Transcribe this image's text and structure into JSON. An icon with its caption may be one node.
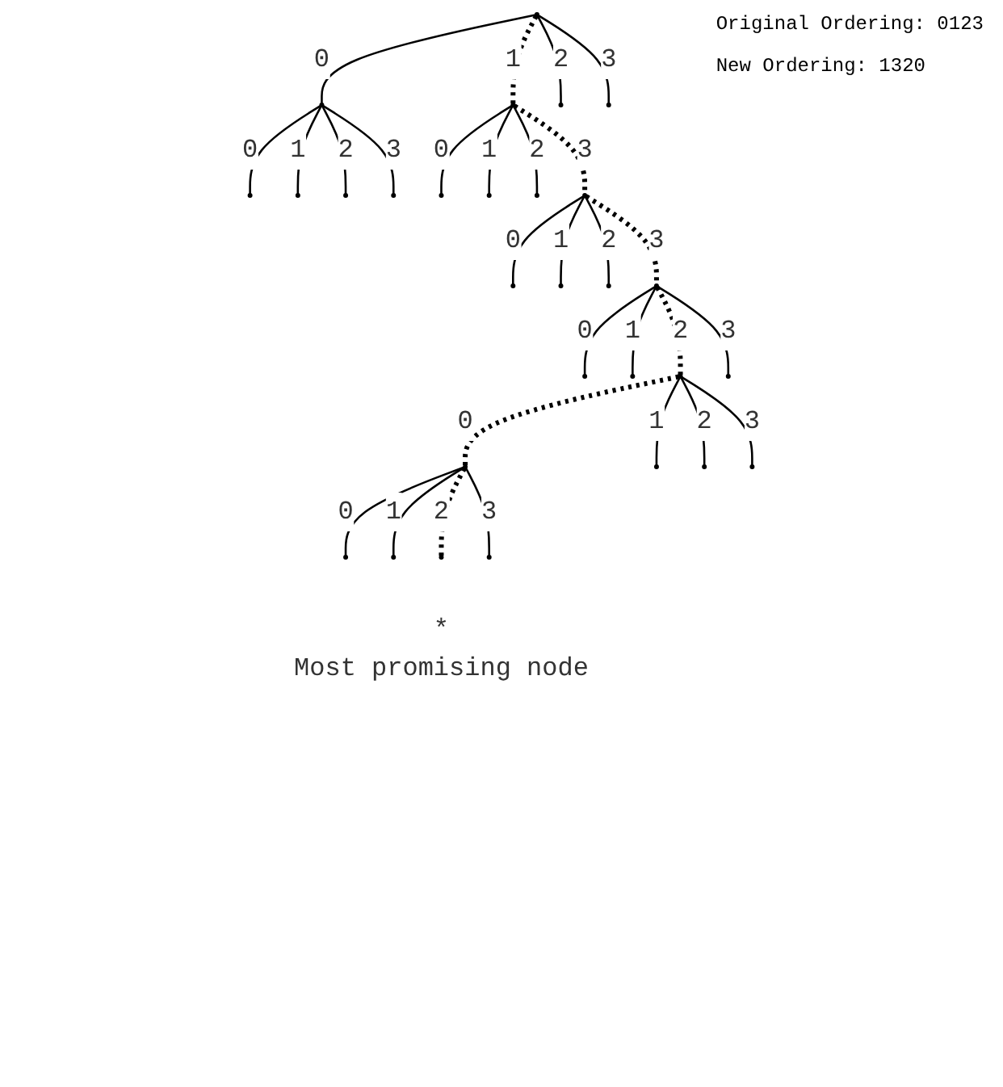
{
  "diagram": {
    "nodes": [
      {
        "text": [],
        "shape": "circle"
      },
      {
        "text": [],
        "shape": "circle"
      },
      {
        "text": [],
        "shape": "circle"
      },
      {
        "text": [],
        "shape": "circle"
      },
      {
        "text": [],
        "shape": "circle"
      },
      {
        "text": [],
        "shape": "circle"
      },
      {
        "text": [],
        "shape": "circle"
      },
      {
        "text": [],
        "shape": "circle"
      },
      {
        "text": [],
        "shape": "circle"
      },
      {
        "text": [],
        "shape": "circle"
      },
      {
        "text": [],
        "shape": "circle"
      },
      {
        "text": [],
        "shape": "circle"
      },
      {
        "text": [],
        "shape": "circle"
      },
      {
        "text": [],
        "shape": "circle"
      },
      {
        "text": [],
        "shape": "circle"
      },
      {
        "text": [],
        "shape": "circle"
      },
      {
        "text": [],
        "shape": "circle"
      },
      {
        "text": [],
        "shape": "circle"
      },
      {
        "text": [],
        "shape": "circle"
      },
      {
        "text": [],
        "shape": "circle"
      },
      {
        "text": [],
        "shape": "circle"
      },
      {
        "text": [],
        "shape": "circle"
      },
      {
        "text": [],
        "shape": "circle"
      },
      {
        "text": [],
        "shape": "circle"
      },
      {
        "text": [],
        "shape": "circle"
      },
      {
        "text": [],
        "shape": "circle"
      },
      {
        "text": [],
        "shape": "circle"
      },
      {
        "text": [],
        "shape": "circle",
        "beside": [
          "*",
          "Most promising node"
        ]
      },
      {
        "text": [],
        "shape": "circle"
      }
    ],
    "edges": [
      {
        "from": 0,
        "to": 1,
        "arrow": "none",
        "label": "0"
      },
      {
        "from": 0,
        "to": 2,
        "arrow": "none",
        "label": "1",
        "style": "dashed"
      },
      {
        "from": 0,
        "to": 3,
        "arrow": "none",
        "label": "2"
      },
      {
        "from": 0,
        "to": 4,
        "arrow": "none",
        "label": "3"
      },
      {
        "from": 1,
        "to": 5,
        "arrow": "none",
        "label": "0"
      },
      {
        "from": 1,
        "to": 6,
        "arrow": "none",
        "label": "1"
      },
      {
        "from": 1,
        "to": 7,
        "arrow": "none",
        "label": "2"
      },
      {
        "from": 1,
        "to": 8,
        "arrow": "none",
        "label": "3"
      },
      {
        "from": 2,
        "to": 9,
        "arrow": "none",
        "label": "0"
      },
      {
        "from": 2,
        "to": 10,
        "arrow": "none",
        "label": "1"
      },
      {
        "from": 2,
        "to": 11,
        "arrow": "none",
        "label": "2"
      },
      {
        "from": 2,
        "to": 12,
        "arrow": "none",
        "label": "3",
        "style": "dashed"
      },
      {
        "from": 12,
        "to": 13,
        "arrow": "none",
        "label": "0"
      },
      {
        "from": 12,
        "to": 14,
        "arrow": "none",
        "label": "1"
      },
      {
        "from": 12,
        "to": 15,
        "arrow": "none",
        "label": "2"
      },
      {
        "from": 12,
        "to": 16,
        "arrow": "none",
        "label": "3",
        "style": "dashed"
      },
      {
        "from": 16,
        "to": 17,
        "arrow": "none",
        "label": "0"
      },
      {
        "from": 16,
        "to": 18,
        "arrow": "none",
        "label": "1"
      },
      {
        "from": 16,
        "to": 19,
        "arrow": "none",
        "label": "2",
        "style": "dashed"
      },
      {
        "from": 16,
        "to": 20,
        "arrow": "none",
        "label": "3"
      },
      {
        "from": 19,
        "to": 21,
        "arrow": "none",
        "label": "0",
        "style": "dashed"
      },
      {
        "from": 19,
        "to": 22,
        "arrow": "none",
        "label": "1"
      },
      {
        "from": 19,
        "to": 23,
        "arrow": "none",
        "label": "2"
      },
      {
        "from": 19,
        "to": 24,
        "arrow": "none",
        "label": "3"
      },
      {
        "from": 21,
        "to": 25,
        "arrow": "none",
        "label": "0"
      },
      {
        "from": 21,
        "to": 26,
        "arrow": "none",
        "label": "1"
      },
      {
        "from": 21,
        "to": 27,
        "arrow": "none",
        "label": "2",
        "style": "dashed"
      },
      {
        "from": 21,
        "to": 28,
        "arrow": "none",
        "label": "3"
      }
    ],
    "labels": [
      "Original Ordering: 0123",
      "New Ordering: 1320"
    ]
  }
}
